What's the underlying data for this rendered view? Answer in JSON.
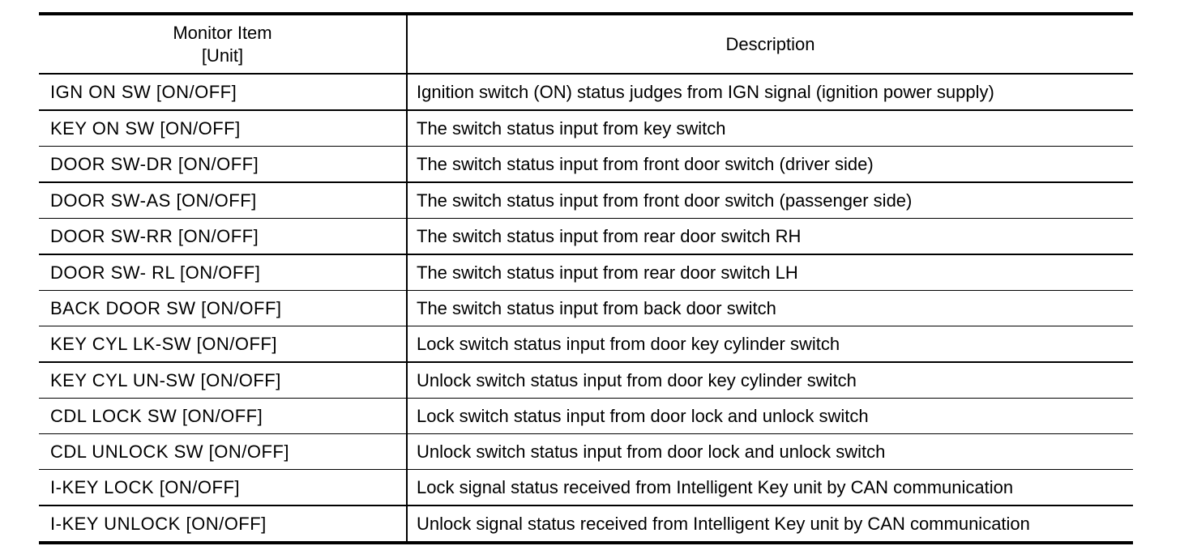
{
  "colors": {
    "background": "#ffffff",
    "text": "#000000",
    "table_border": "#000000"
  },
  "table": {
    "header": {
      "monitor_item_line1": "Monitor Item",
      "monitor_item_line2": "[Unit]",
      "description": "Description"
    },
    "rows": [
      {
        "item": "IGN ON SW [ON/OFF]",
        "description": "Ignition switch (ON) status judges from IGN signal (ignition power supply)"
      },
      {
        "item": "KEY ON SW [ON/OFF]",
        "description": "The switch status input from key switch"
      },
      {
        "item": "DOOR SW-DR [ON/OFF]",
        "description": "The switch status input from front door switch (driver side)"
      },
      {
        "item": "DOOR SW-AS [ON/OFF]",
        "description": "The switch status input from front door switch (passenger side)"
      },
      {
        "item": "DOOR SW-RR [ON/OFF]",
        "description": "The switch status input from rear door switch RH"
      },
      {
        "item": "DOOR SW- RL [ON/OFF]",
        "description": "The switch status input from rear door switch LH"
      },
      {
        "item": "BACK DOOR SW [ON/OFF]",
        "description": "The switch status input from back door switch"
      },
      {
        "item": "KEY CYL LK-SW [ON/OFF]",
        "description": "Lock switch status input from door key cylinder switch"
      },
      {
        "item": "KEY CYL UN-SW [ON/OFF]",
        "description": "Unlock switch status input from door key cylinder switch"
      },
      {
        "item": "CDL LOCK SW [ON/OFF]",
        "description": "Lock switch status input from door lock and unlock switch"
      },
      {
        "item": "CDL UNLOCK SW [ON/OFF]",
        "description": "Unlock switch status input from door lock and unlock switch"
      },
      {
        "item": "I-KEY LOCK [ON/OFF]",
        "description": "Lock signal status received from Intelligent Key unit by CAN communication"
      },
      {
        "item": "I-KEY UNLOCK [ON/OFF]",
        "description": "Unlock signal status received from Intelligent Key unit by CAN communication"
      }
    ]
  }
}
